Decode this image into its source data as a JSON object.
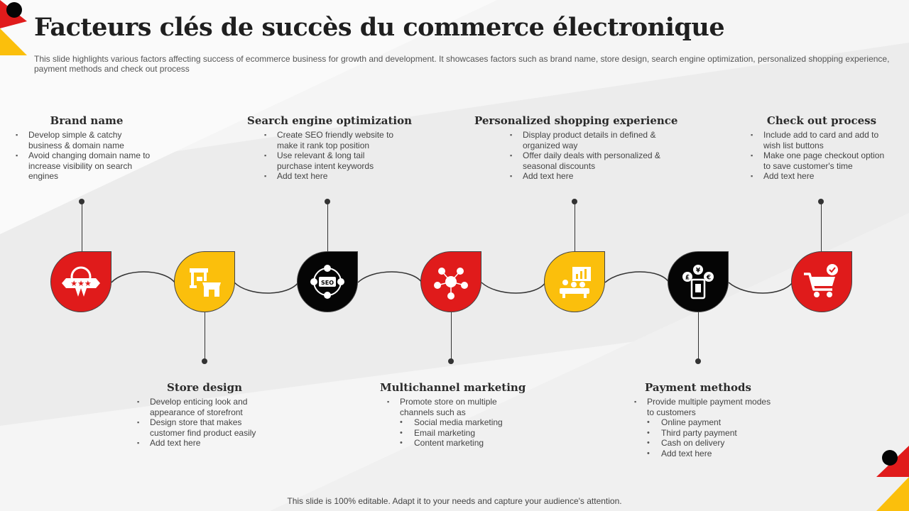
{
  "title": "Facteurs clés de succès du commerce électronique",
  "subtitle": "This slide highlights various factors affecting success of ecommerce business for growth and development. It showcases factors such as brand name, store design, search engine optimization, personalized shopping experience, payment methods and check out process",
  "colors": {
    "red": "#e01b1b",
    "yellow": "#fbbf0c",
    "black": "#050505"
  },
  "factors": [
    {
      "title": "Brand name",
      "icon": "brand-ribbon-icon",
      "color": "red",
      "items": [
        "Develop simple & catchy business & domain name",
        "Avoid changing domain name to increase visibility on search engines"
      ]
    },
    {
      "title": "Store design",
      "icon": "storefront-icon",
      "color": "yellow",
      "items": [
        "Develop enticing look and appearance of storefront",
        "Design store that makes customer find product easily",
        "Add text here"
      ]
    },
    {
      "title": "Search engine optimization",
      "icon": "seo-icon",
      "color": "black",
      "items": [
        "Create SEO friendly website to make it rank top position",
        "Use relevant & long tail purchase intent keywords",
        "Add text here"
      ]
    },
    {
      "title": "Multichannel marketing",
      "icon": "multichannel-network-icon",
      "color": "red",
      "items": [
        "Promote store on multiple channels such as"
      ],
      "subitems": [
        "Social media marketing",
        "Email marketing",
        "Content marketing"
      ]
    },
    {
      "title": "Personalized shopping experience",
      "icon": "personalized-shopping-icon",
      "color": "yellow",
      "items": [
        "Display product details in defined & organized way",
        "Offer daily deals with personalized & seasonal discounts",
        "Add text here"
      ]
    },
    {
      "title": "Payment methods",
      "icon": "payment-methods-icon",
      "color": "black",
      "items": [
        "Provide multiple payment modes to customers"
      ],
      "subitems": [
        "Online payment",
        "Third party payment",
        "Cash on delivery",
        "Add text here"
      ]
    },
    {
      "title": "Check out process",
      "icon": "shopping-cart-check-icon",
      "color": "red",
      "items": [
        "Include add to card and add to wish list buttons",
        "Make one page checkout option to save customer's time",
        "Add text here"
      ]
    }
  ],
  "footer": "This slide is 100% editable. Adapt it to your needs and capture your audience's attention."
}
